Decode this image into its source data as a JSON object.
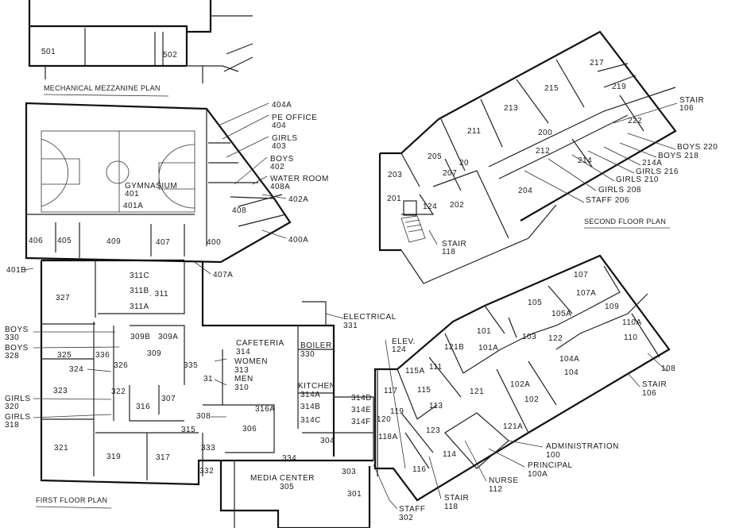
{
  "mezzanine": {
    "title": "MECHANICAL MEZZANINE PLAN",
    "rooms": [
      "501",
      "502"
    ]
  },
  "gym_wing": {
    "labels": [
      "GYMNASIUM",
      "401",
      "401A",
      "406",
      "405",
      "409",
      "407",
      "400",
      "408",
      "404A",
      "PE OFFICE",
      "404",
      "GIRLS",
      "403",
      "BOYS",
      "402",
      "WATER ROOM",
      "408A",
      "402A",
      "400A",
      "401B",
      "407A"
    ]
  },
  "first_floor": {
    "title": "FIRST FLOOR PLAN",
    "labels": [
      "327",
      "311C",
      "311B",
      ". 311",
      "311A",
      "BOYS",
      "330",
      "BOYS",
      "328",
      "325",
      "336",
      "326",
      "309B",
      "309A",
      "309",
      "324",
      "335",
      "323",
      "322",
      "316",
      "307",
      "31",
      "GIRLS",
      "320",
      "GIRLS",
      "318",
      "321",
      "319",
      "317",
      "315",
      "333",
      "332",
      "308",
      "306",
      "316A",
      "CAFETERIA",
      "314",
      "WOMEN",
      "313",
      "MEN",
      "310",
      "BOILER",
      "330",
      "ELECTRICAL",
      "331",
      "KITCHEN",
      "314A",
      "314B",
      "314C",
      "314D",
      "314E",
      "314F",
      "304",
      "334",
      "MEDIA CENTER",
      "305",
      "303",
      "301",
      "STAFF",
      "302"
    ]
  },
  "east_wing": {
    "labels": [
      "ELEV.",
      "124",
      "121B",
      "111",
      "115A",
      "117",
      "115",
      "121",
      "113",
      "101",
      "101A",
      "103",
      "105",
      "105A",
      "107",
      "107A",
      "109",
      "110A",
      "110",
      "122",
      "104A",
      "104",
      "108",
      "102A",
      "102",
      "STAIR",
      "106",
      "121A",
      "119",
      "120",
      "118A",
      "123",
      "114",
      "116",
      "ADMINISTRATION",
      "100",
      "PRINCIPAL",
      "100A",
      "NURSE",
      "112",
      "STAIR",
      "118"
    ]
  },
  "second_floor": {
    "title": "SECOND FLOOR PLAN",
    "labels": [
      "217",
      "215",
      "213",
      "219",
      "211",
      "222",
      "200",
      "205",
      "20",
      "207",
      "212",
      "214",
      "203",
      "204",
      "201",
      "124",
      "202",
      "STAIR",
      "118",
      "STAIR",
      "106",
      "BOYS 220",
      "BOYS 218",
      "214A",
      "GIRLS 216",
      "GIRLS 210",
      "GIRLS 208",
      "STAFF 206"
    ]
  }
}
